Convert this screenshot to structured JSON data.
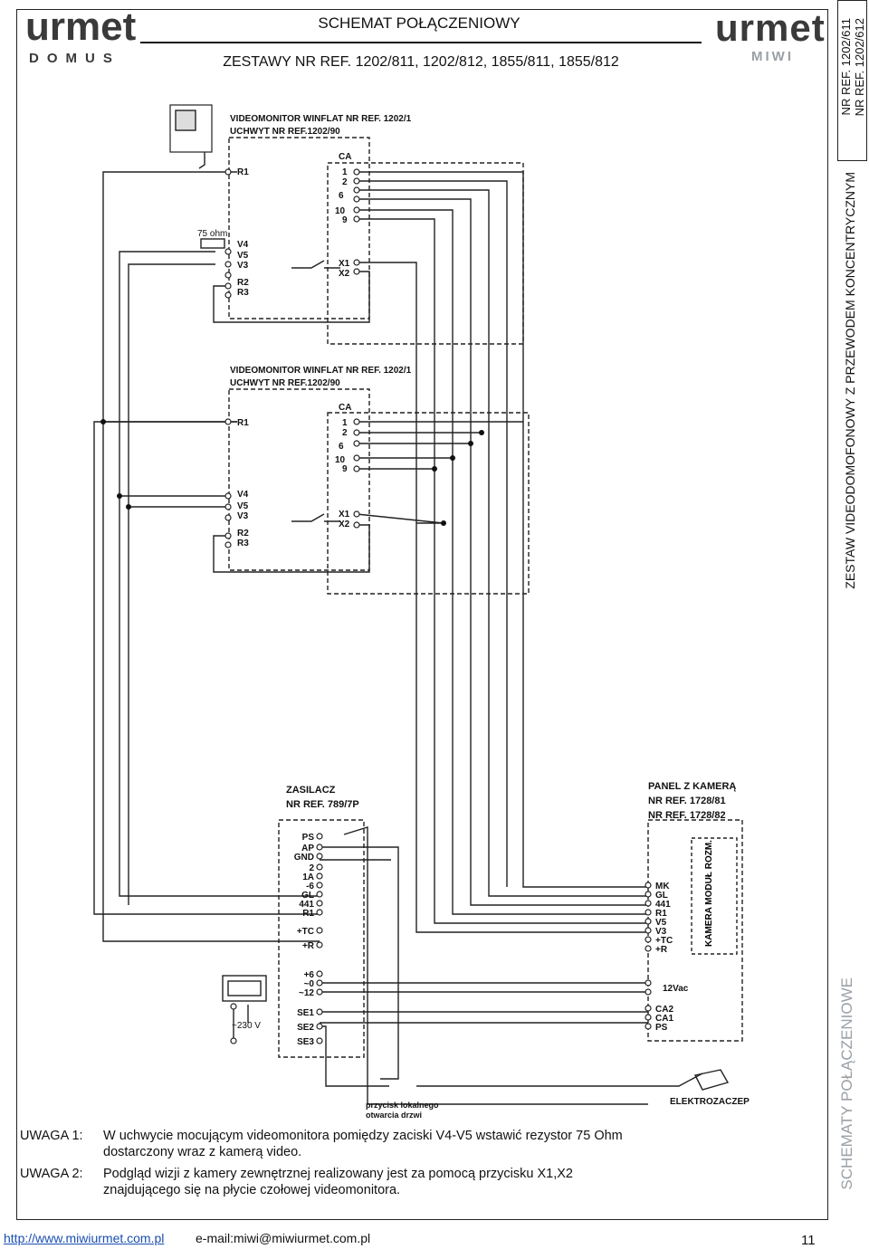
{
  "header": {
    "title": "SCHEMAT POŁĄCZENIOWY",
    "subtitle": "ZESTAWY NR REF. 1202/811, 1202/812, 1855/811, 1855/812",
    "logo_left": {
      "word": "urmet",
      "sub": "DOMUS"
    },
    "logo_right": {
      "word": "urmet",
      "sub": "MIWI"
    }
  },
  "side": {
    "ref1": "NR REF. 1202/611",
    "ref2": "NR REF. 1202/612",
    "title": "ZESTAW VIDEODOMOFONOWY Z PRZEWODEM KONCENTRYCZNYM",
    "section": "SCHEMATY POŁĄCZENIOWE"
  },
  "monitor1": {
    "label1": "VIDEOMONITOR WINFLAT NR REF. 1202/1",
    "label2": "UCHWYT NR REF.1202/90",
    "resistor": "75 ohm"
  },
  "monitor2": {
    "label1": "VIDEOMONITOR WINFLAT NR REF. 1202/1",
    "label2": "UCHWYT NR REF.1202/90"
  },
  "monitor_terminals_left": [
    "R1",
    "V4",
    "V5",
    "V3",
    "R2",
    "R3"
  ],
  "monitor_terminals_right": [
    "CA",
    "1",
    "2",
    "6",
    "10",
    "9",
    "X1",
    "X2"
  ],
  "psu": {
    "label1": "ZASILACZ",
    "label2": "NR REF. 789/7P",
    "terminals": [
      "PS",
      "AP",
      "GND",
      "2",
      "1A",
      "-6",
      "GL",
      "441",
      "R1",
      "+TC",
      "+R",
      "+6",
      "~0",
      "~12",
      "SE1",
      "SE2",
      "SE3"
    ],
    "mains": "~230 V"
  },
  "panel": {
    "label1": "PANEL Z KAMERĄ",
    "label2": "NR REF. 1728/81",
    "label3": "NR REF. 1728/82",
    "terminals": [
      "MK",
      "GL",
      "441",
      "R1",
      "V5",
      "V3",
      "+TC",
      "+R"
    ],
    "camera_label": "KAMERA MODUŁ ROZM.",
    "ac": "12Vac",
    "terminals2": [
      "CA2",
      "CA1",
      "PS"
    ]
  },
  "door": {
    "button": "przycisk lokalnego",
    "button2": "otwarcia drzwi",
    "lock": "ELEKTROZACZEP"
  },
  "notes": [
    {
      "label": "UWAGA 1:",
      "text": "W uchwycie mocującym videomonitora pomiędzy zaciski V4-V5 wstawić rezystor 75 Ohm",
      "text2": "dostarczony   wraz z kamerą video."
    },
    {
      "label": "UWAGA 2:",
      "text": "Podgląd wizji z kamery zewnętrznej realizowany jest za pomocą przycisku X1,X2",
      "text2": "znajdującego się na płycie czołowej videomonitora."
    }
  ],
  "footer": {
    "url": "http://www.miwiurmet.com.pl",
    "mail": "e-mail:miwi@miwiurmet.com.pl",
    "page": "11"
  }
}
